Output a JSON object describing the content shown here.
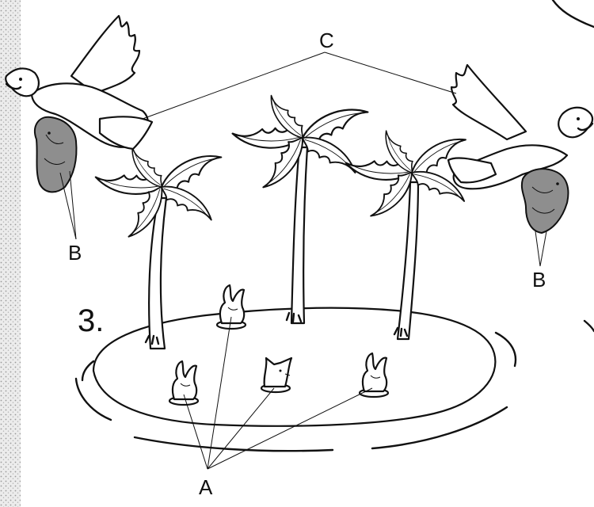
{
  "figure": {
    "step_number": "3.",
    "labels": {
      "a": "A",
      "b_left": "B",
      "b_right": "B",
      "c": "C"
    }
  },
  "colors": {
    "ink": "#111111",
    "paper": "#ffffff",
    "prey_fill": "#8e8e8e",
    "margin_texture": "#d9d9d9"
  },
  "icons": {
    "eagle": "eagle-icon",
    "prey": "prey-animal-icon",
    "palm": "palm-tree-icon",
    "burrow_animal": "burrow-animal-icon",
    "fox": "fox-icon"
  }
}
